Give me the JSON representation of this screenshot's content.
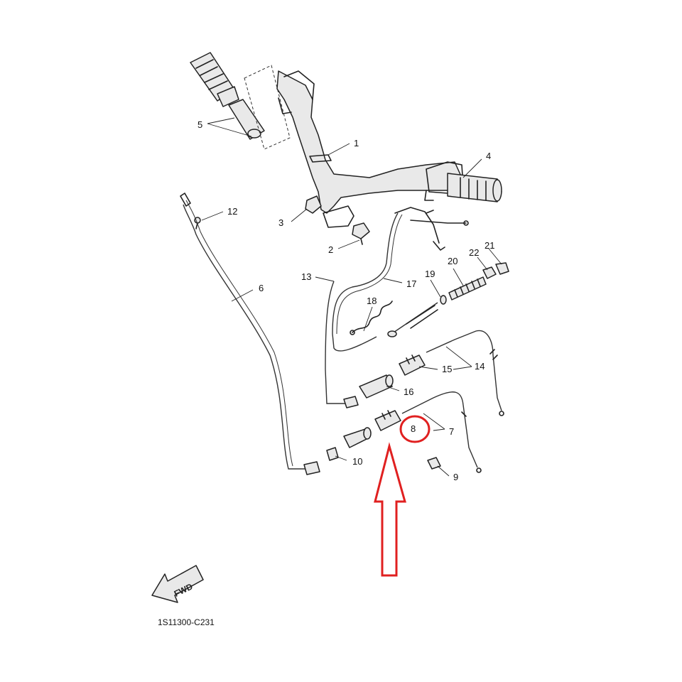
{
  "callouts": [
    {
      "id": "1",
      "text": "1"
    },
    {
      "id": "2",
      "text": "2"
    },
    {
      "id": "3",
      "text": "3"
    },
    {
      "id": "4",
      "text": "4"
    },
    {
      "id": "5",
      "text": "5"
    },
    {
      "id": "6",
      "text": "6"
    },
    {
      "id": "7",
      "text": "7"
    },
    {
      "id": "8",
      "text": "8"
    },
    {
      "id": "9",
      "text": "9"
    },
    {
      "id": "10",
      "text": "10"
    },
    {
      "id": "12",
      "text": "12"
    },
    {
      "id": "13",
      "text": "13"
    },
    {
      "id": "14",
      "text": "14"
    },
    {
      "id": "15",
      "text": "15"
    },
    {
      "id": "16",
      "text": "16"
    },
    {
      "id": "17",
      "text": "17"
    },
    {
      "id": "18",
      "text": "18"
    },
    {
      "id": "19",
      "text": "19"
    },
    {
      "id": "20",
      "text": "20"
    },
    {
      "id": "21",
      "text": "21"
    },
    {
      "id": "22",
      "text": "22"
    }
  ],
  "direction_label": "FWD",
  "diagram_ref": "1S11300-C231",
  "highlight": {
    "circled_part": "8",
    "color": "#e02020"
  }
}
